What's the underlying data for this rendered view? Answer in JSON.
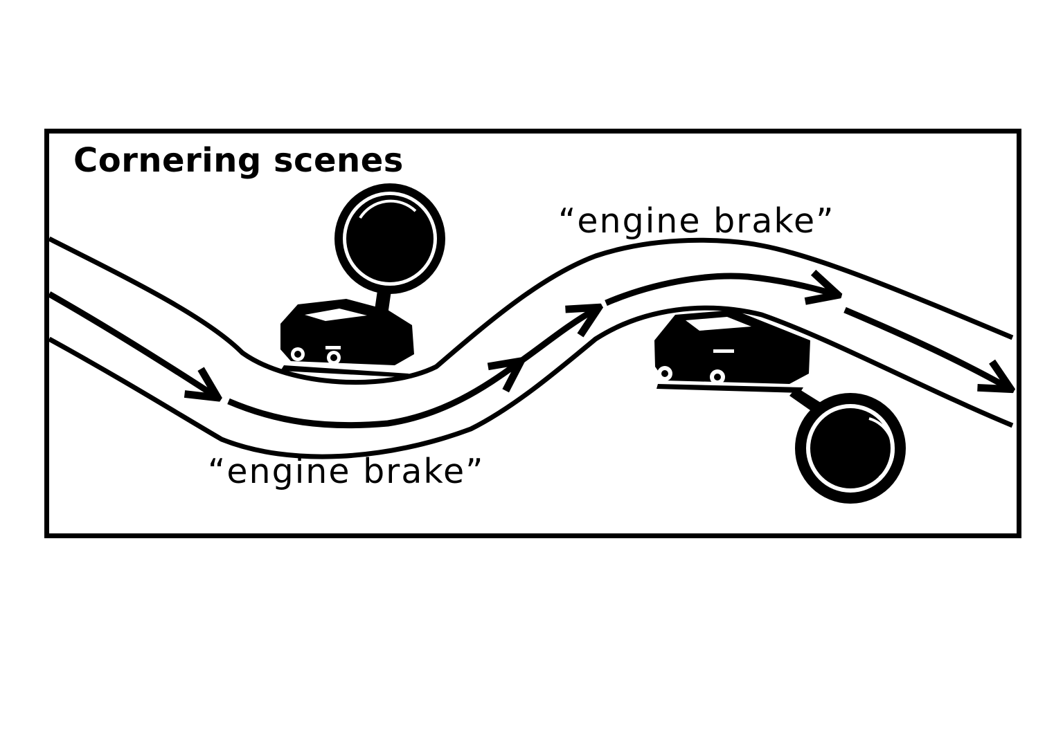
{
  "figure": {
    "title": "Cornering scenes",
    "labels": {
      "engine_brake_upper": "“engine brake”",
      "engine_brake_lower": "“engine brake”"
    },
    "colors": {
      "ink": "#000000",
      "paper": "#ffffff"
    },
    "icons": [
      "car-icon",
      "car-icon",
      "indicator-lamp-icon",
      "indicator-lamp-icon",
      "arrow-icon"
    ]
  }
}
